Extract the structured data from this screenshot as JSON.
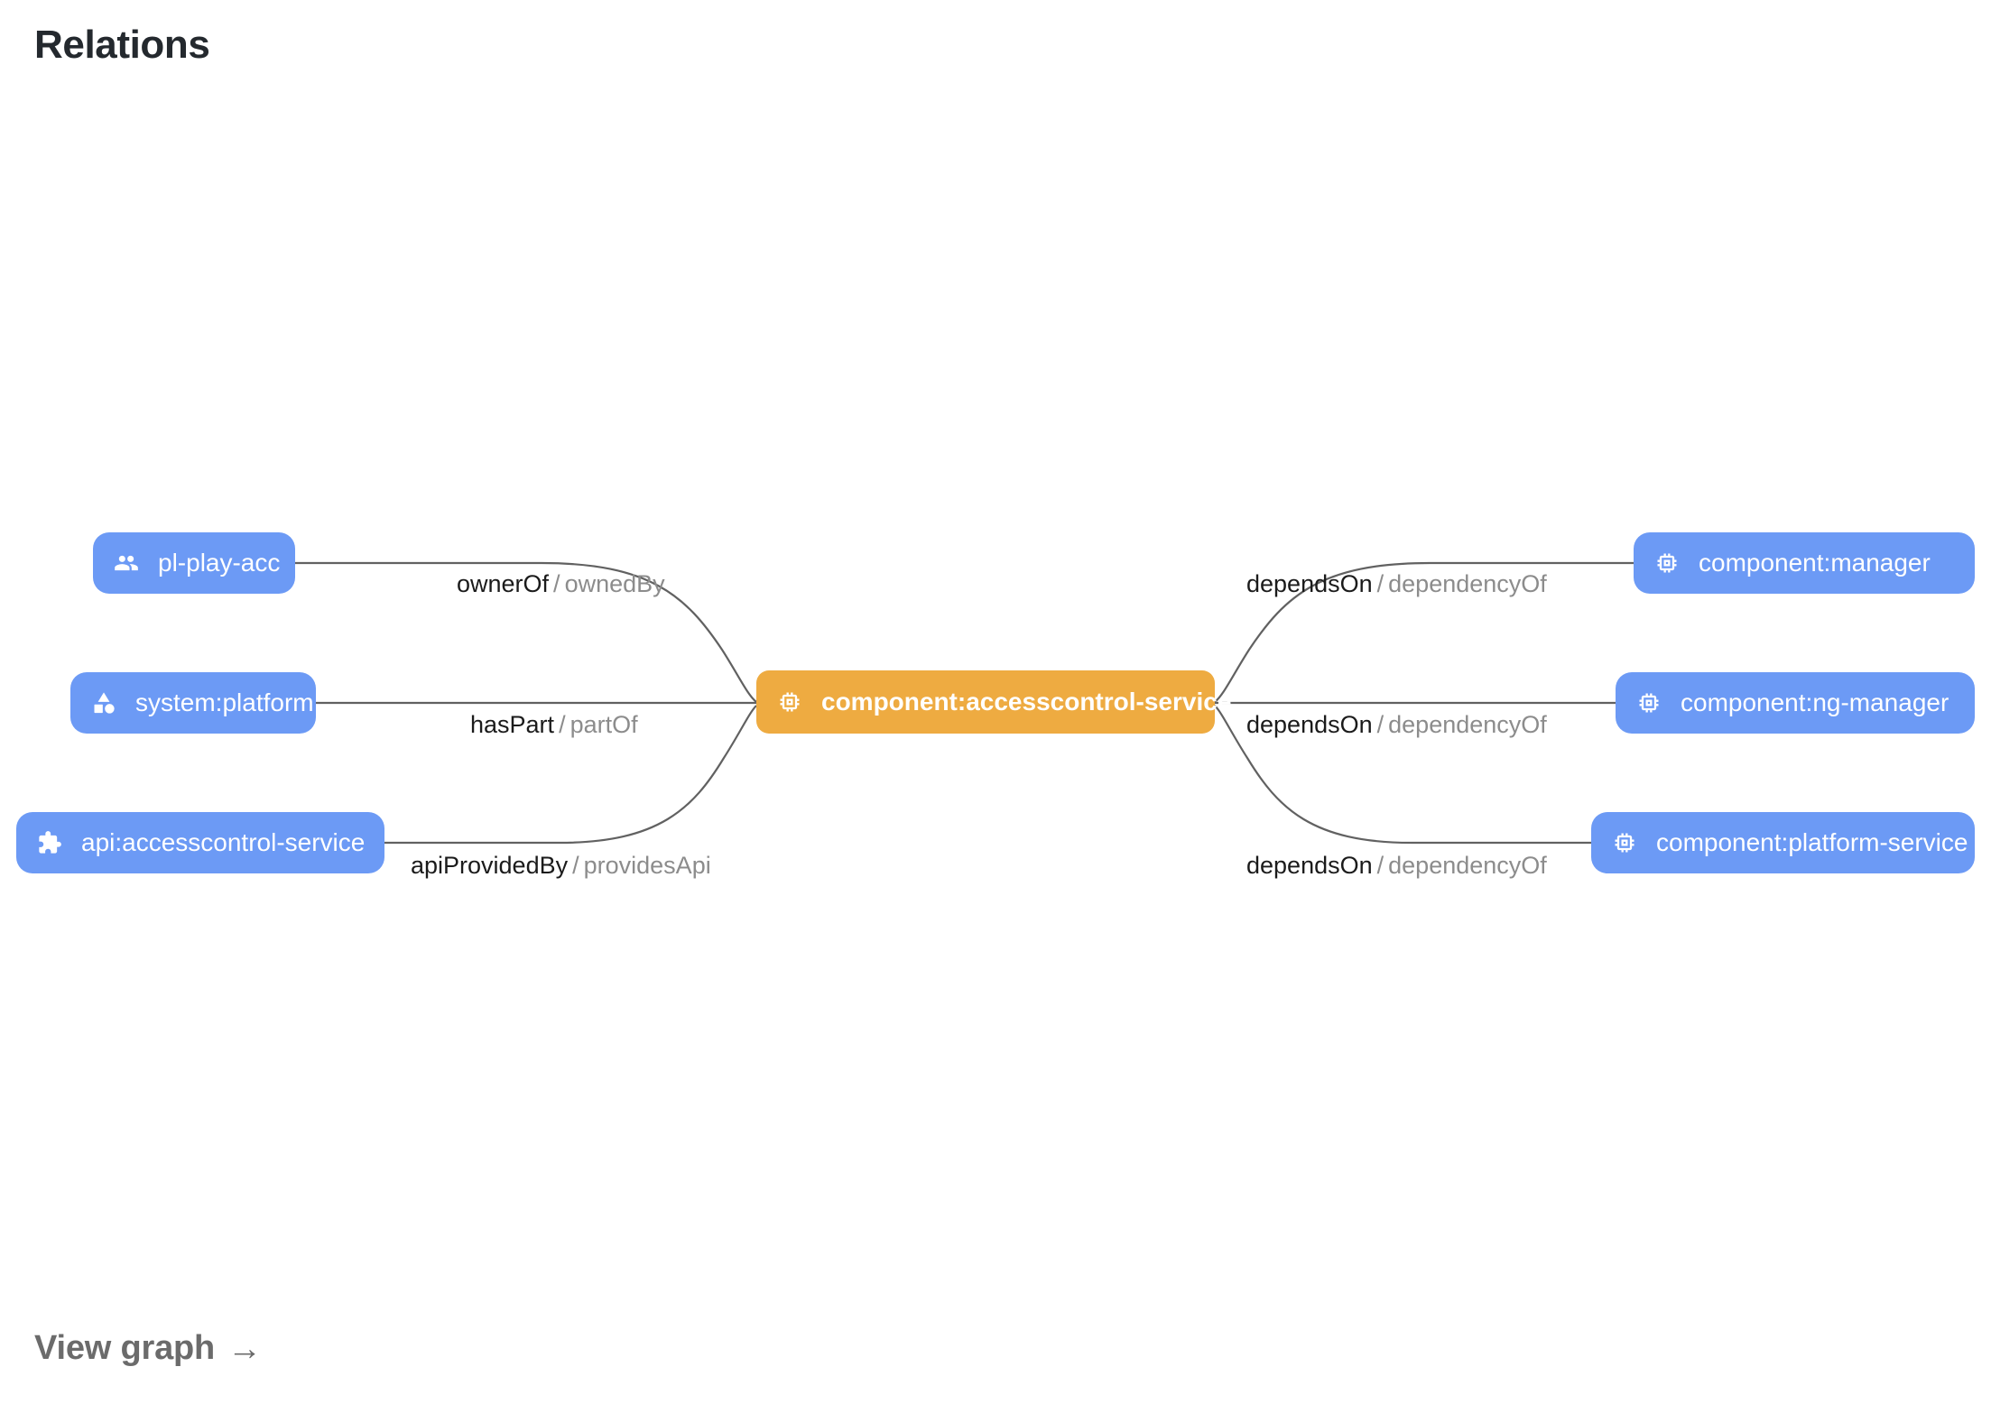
{
  "page": {
    "title": "Relations",
    "accent_blue": "#6c9af5",
    "accent_orange": "#eeab41",
    "edge_color": "#616161",
    "title_color": "#24292e",
    "muted_text_color": "#8c8c8c"
  },
  "graph": {
    "center_node": {
      "label": "component:accesscontrol-service",
      "icon": "memory-chip-icon",
      "kind": "component",
      "color": "#eeab41"
    },
    "left_nodes": [
      {
        "label": "pl-play-acc",
        "icon": "group-people-icon",
        "kind": "group",
        "color": "#6c9af5"
      },
      {
        "label": "system:platform",
        "icon": "category-shapes-icon",
        "kind": "system",
        "color": "#6c9af5"
      },
      {
        "label": "api:accesscontrol-service",
        "icon": "puzzle-extension-icon",
        "kind": "api",
        "color": "#6c9af5"
      }
    ],
    "right_nodes": [
      {
        "label": "component:manager",
        "icon": "memory-chip-icon",
        "kind": "component",
        "color": "#6c9af5"
      },
      {
        "label": "component:ng-manager",
        "icon": "memory-chip-icon",
        "kind": "component",
        "color": "#6c9af5"
      },
      {
        "label": "component:platform-service",
        "icon": "memory-chip-icon",
        "kind": "component",
        "color": "#6c9af5"
      }
    ],
    "edges": [
      {
        "forward": "ownerOf",
        "separator": "/",
        "reverse": "ownedBy",
        "from": "pl-play-acc",
        "to": "component:accesscontrol-service"
      },
      {
        "forward": "hasPart",
        "separator": "/",
        "reverse": "partOf",
        "from": "system:platform",
        "to": "component:accesscontrol-service"
      },
      {
        "forward": "apiProvidedBy",
        "separator": "/",
        "reverse": "providesApi",
        "from": "api:accesscontrol-service",
        "to": "component:accesscontrol-service"
      },
      {
        "forward": "dependsOn",
        "separator": "/",
        "reverse": "dependencyOf",
        "from": "component:accesscontrol-service",
        "to": "component:manager"
      },
      {
        "forward": "dependsOn",
        "separator": "/",
        "reverse": "dependencyOf",
        "from": "component:accesscontrol-service",
        "to": "component:ng-manager"
      },
      {
        "forward": "dependsOn",
        "separator": "/",
        "reverse": "dependencyOf",
        "from": "component:accesscontrol-service",
        "to": "component:platform-service"
      }
    ]
  },
  "footer": {
    "view_graph_label": "View graph",
    "arrow_glyph": "→"
  }
}
